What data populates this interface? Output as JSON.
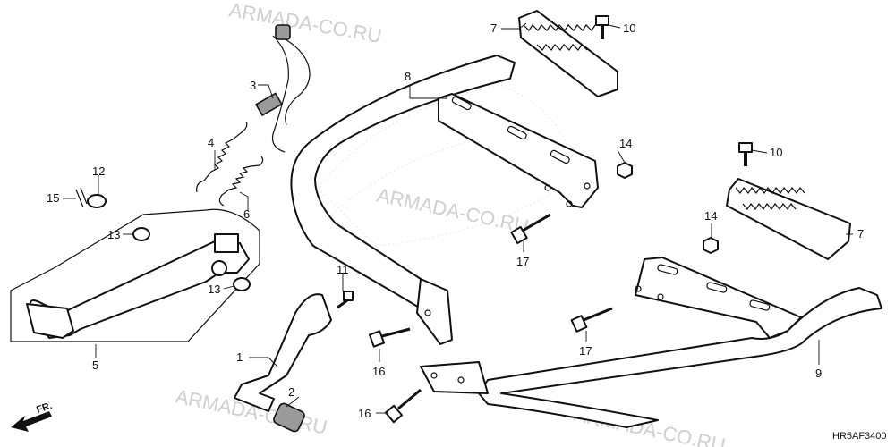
{
  "diagram_code": "HR5AF3400",
  "watermark": "ARMADA-CO.RU",
  "front_indicator": "FR.",
  "callouts": {
    "c1": "1",
    "c2": "2",
    "c3": "3",
    "c4": "4",
    "c5": "5",
    "c6": "6",
    "c7a": "7",
    "c7b": "7",
    "c8": "8",
    "c9": "9",
    "c10a": "10",
    "c10b": "10",
    "c11": "11",
    "c12": "12",
    "c13a": "13",
    "c13b": "13",
    "c14a": "14",
    "c14b": "14",
    "c15": "15",
    "c16a": "16",
    "c16b": "16",
    "c17a": "17",
    "c17b": "17"
  }
}
